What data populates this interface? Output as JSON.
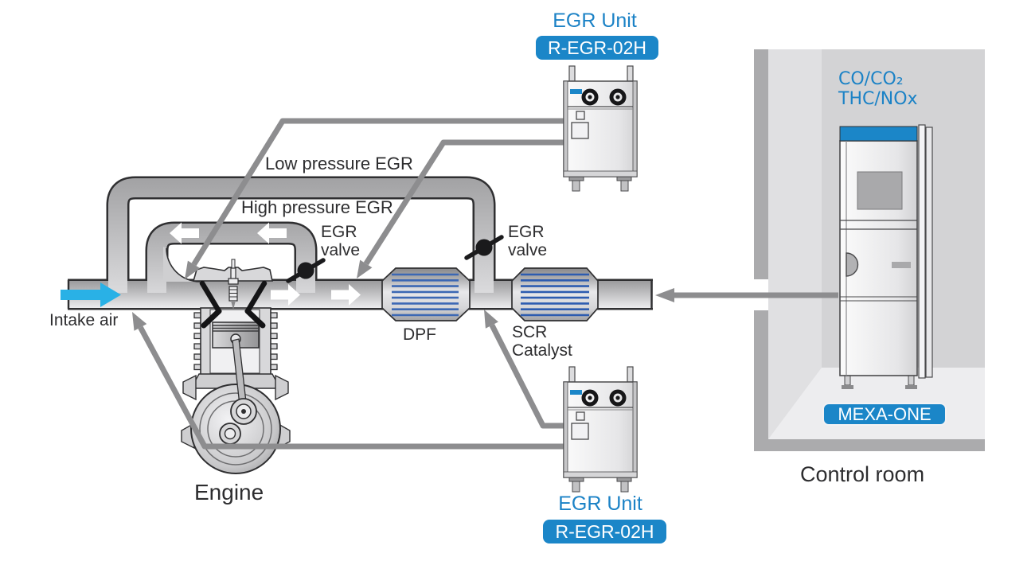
{
  "title": "EGR measurement system diagram",
  "colors": {
    "accent_blue": "#1b86c8",
    "label_blue": "#1b82c6",
    "sample_line_gray": "#8d8d8f",
    "pipe_outline": "#2f2f31",
    "intake_cyan": "#29b1e6",
    "dpf_line_blue": "#3c68b4",
    "scr_line_blue": "#2d5cb0",
    "text_dark": "#2d2d2f"
  },
  "labels": {
    "low_pressure_egr": "Low pressure EGR",
    "high_pressure_egr": "High pressure EGR",
    "egr_valve_line1": "EGR",
    "egr_valve_line2": "valve",
    "intake_air": "Intake air",
    "dpf": "DPF",
    "scr_line1": "SCR",
    "scr_line2": "Catalyst",
    "engine": "Engine",
    "control_room": "Control room"
  },
  "devices": {
    "egr_unit_top": {
      "label": "EGR Unit",
      "model": "R-EGR-02H"
    },
    "egr_unit_bottom": {
      "label": "EGR Unit",
      "model": "R-EGR-02H"
    },
    "analyzer": {
      "model": "MEXA-ONE",
      "gases_line1": "CO/CO₂",
      "gases_line2": "THC/NOx"
    }
  }
}
